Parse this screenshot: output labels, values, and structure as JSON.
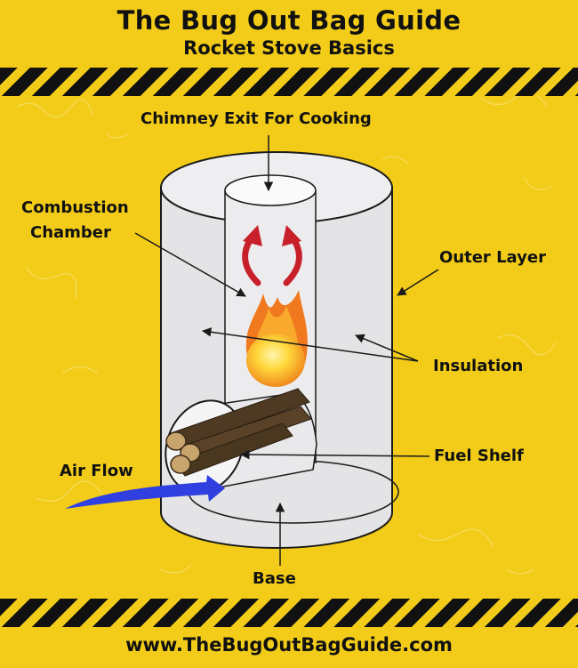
{
  "header": {
    "title": "The Bug Out Bag Guide",
    "subtitle": "Rocket Stove Basics"
  },
  "labels": {
    "chimney": "Chimney Exit For Cooking",
    "combustion_line1": "Combustion",
    "combustion_line2": "Chamber",
    "outer_layer": "Outer Layer",
    "insulation": "Insulation",
    "fuel_shelf": "Fuel Shelf",
    "air_flow": "Air Flow",
    "base": "Base"
  },
  "footer": {
    "url": "www.TheBugOutBagGuide.com"
  },
  "colors": {
    "background": "#f2cc18",
    "stripe": "#111111",
    "stove_fill": "#e4e4e6",
    "outline": "#1a1a1a",
    "heat_arrows": "#c8202a",
    "air_flow_arrow": "#2f3fe0",
    "flame_outer": "#f0781e",
    "flame_core": "#ffd83a",
    "wood": "#4e3a22"
  },
  "icons": [
    "flame-icon",
    "heat-arrow-icon",
    "air-flow-arrow-icon",
    "wood-logs-icon"
  ]
}
